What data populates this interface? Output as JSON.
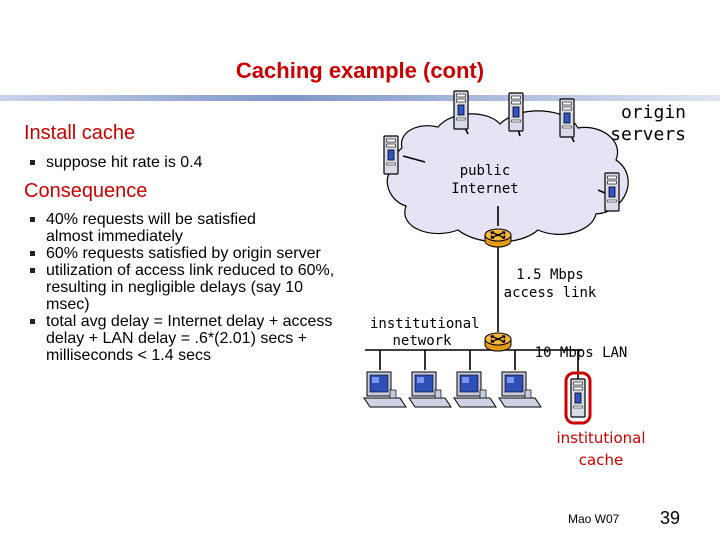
{
  "slide": {
    "title": "Caching example (cont)",
    "install_heading": "Install cache",
    "install_bullets": [
      "suppose hit rate is 0.4"
    ],
    "consequence_heading": "Consequence",
    "consequence_bullets": [
      "40% requests will be satisfied almost immediately",
      "60% requests satisfied by origin server",
      "utilization of access link reduced to 60%, resulting in negligible delays (say 10 msec)",
      "total avg delay   = Internet delay + access delay + LAN delay   = .6*(2.01) secs  + milliseconds < 1.4 secs"
    ],
    "footer": "Mao W07",
    "page_number": "39"
  },
  "diagram": {
    "origin_servers": "origin\nservers",
    "public_internet": "public\nInternet",
    "access_link": "1.5 Mbps\naccess link",
    "institutional_network": "institutional\nnetwork",
    "lan": "10 Mbps LAN",
    "institutional_cache": "institutional\ncache",
    "colors": {
      "title": "#cc0000",
      "cloud_fill": "#e6e3f4",
      "rule_blue": "#8ea3cf",
      "cache_highlight": "#cc0000"
    },
    "icons": [
      "server-icon",
      "router-icon",
      "workstation-icon",
      "cache-server-icon",
      "cloud-shape"
    ]
  }
}
